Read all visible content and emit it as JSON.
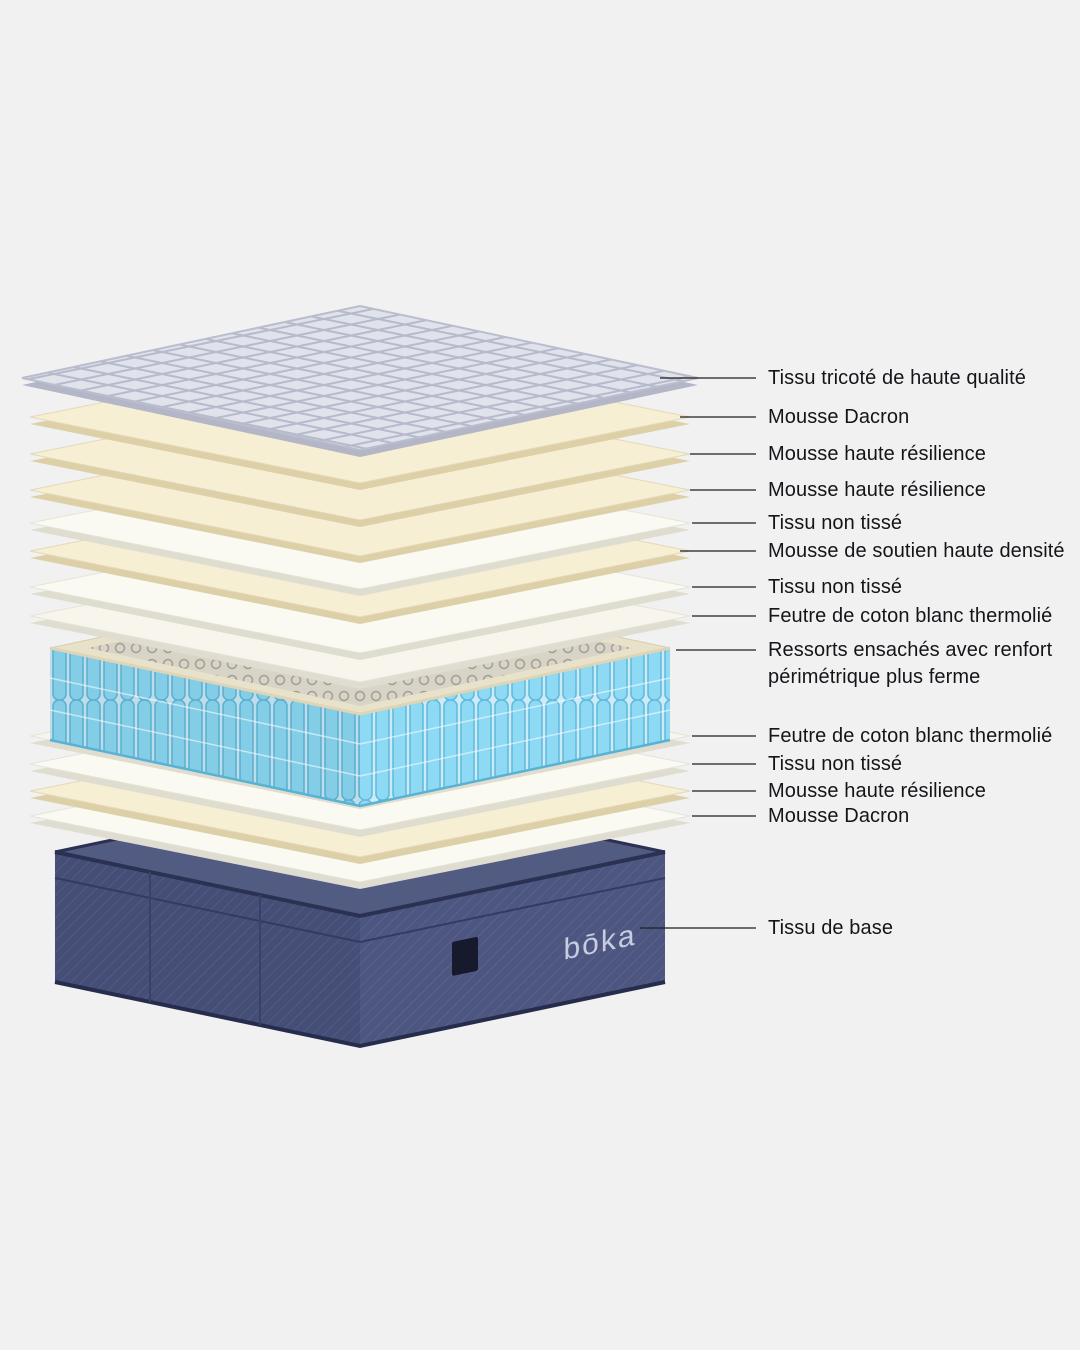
{
  "background": "#f1f1f1",
  "brand": {
    "logo": "bōka"
  },
  "colors": {
    "quilt_fabric": "#e0e2ec",
    "foam_cream": "#f6efd4",
    "sheet_white": "#fbfaf2",
    "spring_blue": "#8ed9f3",
    "base_navy": "#4a5480",
    "label_text": "#141519"
  },
  "layers": [
    {
      "label": "Tissu tricoté de haute qualité"
    },
    {
      "label": "Mousse Dacron"
    },
    {
      "label": "Mousse haute résilience"
    },
    {
      "label": "Mousse haute résilience"
    },
    {
      "label": "Tissu non tissé"
    },
    {
      "label": "Mousse de soutien haute densité"
    },
    {
      "label": "Tissu non tissé"
    },
    {
      "label": "Feutre de coton blanc thermolié"
    },
    {
      "label": "Ressorts ensachés avec renfort périmétrique plus ferme"
    },
    {
      "label": "Feutre de coton blanc thermolié"
    },
    {
      "label": "Tissu non tissé"
    },
    {
      "label": "Mousse haute résilience"
    },
    {
      "label": "Mousse Dacron"
    },
    {
      "label": "Tissu de base"
    }
  ]
}
